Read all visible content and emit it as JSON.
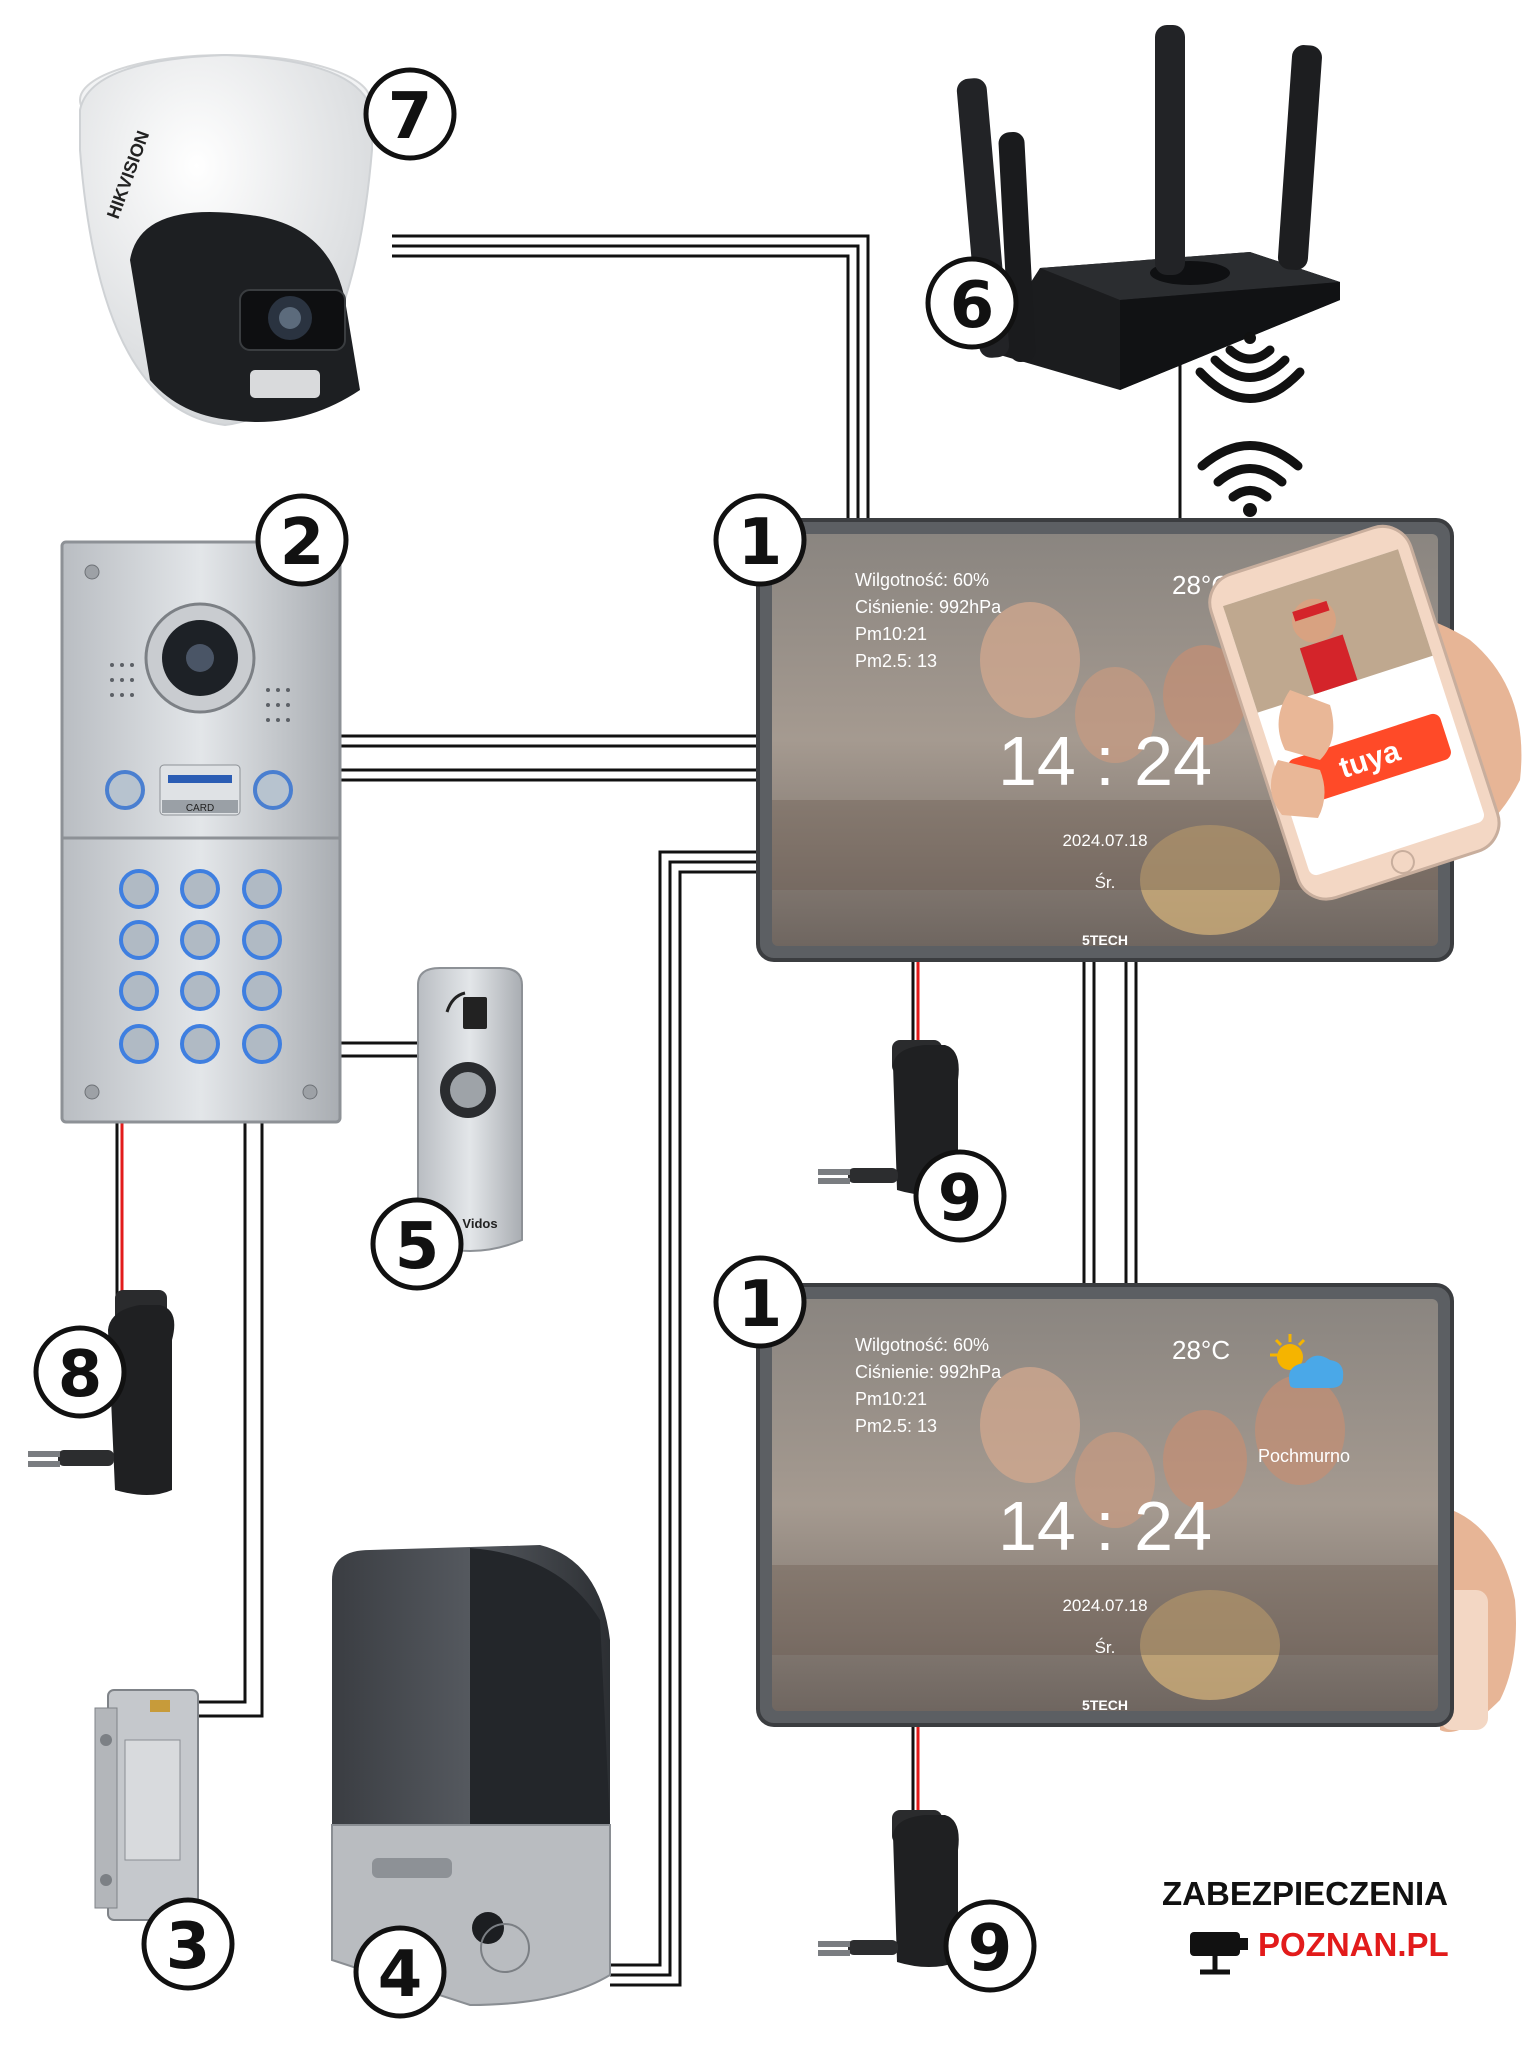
{
  "badges": {
    "monitor_top": "1",
    "door_station": "2",
    "electric_strike": "3",
    "gate_motor": "4",
    "exit_button": "5",
    "router": "6",
    "camera": "7",
    "psu_door": "8",
    "psu_monitor_top": "9",
    "monitor_bottom": "1",
    "psu_monitor_bottom": "9"
  },
  "monitor": {
    "humidity": "Wilgotność: 60%",
    "pressure": "Ciśnienie: 992hPa",
    "pm10": "Pm10:21",
    "pm25": "Pm2.5: 13",
    "temperature": "28°C",
    "weather": "Pochmurno",
    "time": "14 : 24",
    "date": "2024.07.18",
    "day": "Śr.",
    "brand": "5TECH"
  },
  "door_station": {
    "card_label": "CARD"
  },
  "exit_button": {
    "brand": "Vidos"
  },
  "camera": {
    "brand": "HIKVISION"
  },
  "phone": {
    "app_logo": "tuya"
  },
  "logo": {
    "line1": "ZABEZPIECZENIA",
    "line2": "POZNAN.PL"
  },
  "colors": {
    "wire": "#111111",
    "power_wire": "#e21b1b",
    "logo_red": "#e21b1b",
    "badge_border": "#111111"
  }
}
